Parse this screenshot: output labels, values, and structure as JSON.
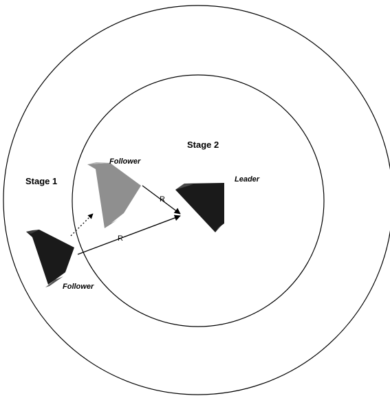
{
  "diagram": {
    "stage_outer_label": "Stage 1",
    "stage_inner_label": "Stage 2",
    "leader_label": "Leader",
    "follower_inner_label": "Follower",
    "follower_outer_label": "Follower",
    "distance_label_inner": "R",
    "distance_label_outer": "R",
    "colors": {
      "leader": "#1a1a1a",
      "follower_outer": "#1a1a1a",
      "follower_inner": "#8f8f8f",
      "ring_stroke": "#000000"
    }
  }
}
